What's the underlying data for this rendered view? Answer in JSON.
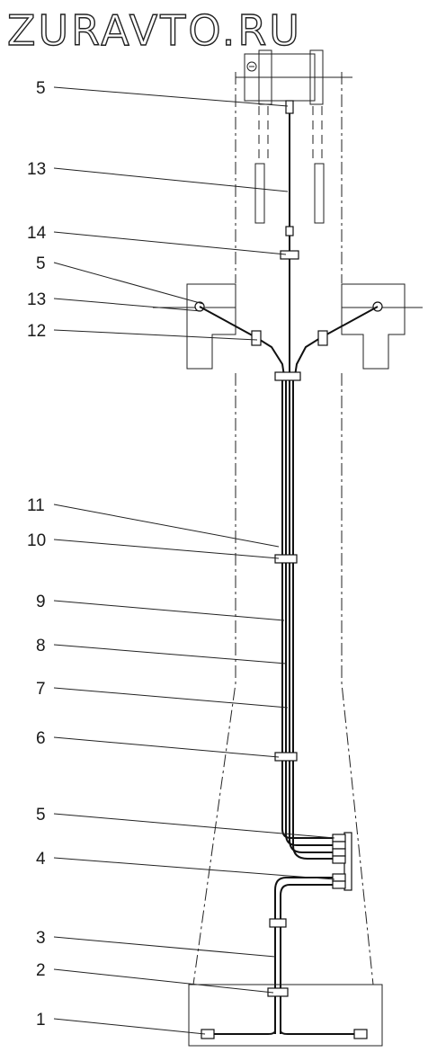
{
  "watermark": "ZURAVTO.RU",
  "callouts": [
    {
      "label": "5"
    },
    {
      "label": "13"
    },
    {
      "label": "14"
    },
    {
      "label": "5"
    },
    {
      "label": "13"
    },
    {
      "label": "12"
    },
    {
      "label": "11"
    },
    {
      "label": "10"
    },
    {
      "label": "9"
    },
    {
      "label": "8"
    },
    {
      "label": "7"
    },
    {
      "label": "6"
    },
    {
      "label": "5"
    },
    {
      "label": "4"
    },
    {
      "label": "3"
    },
    {
      "label": "2"
    },
    {
      "label": "1"
    }
  ]
}
